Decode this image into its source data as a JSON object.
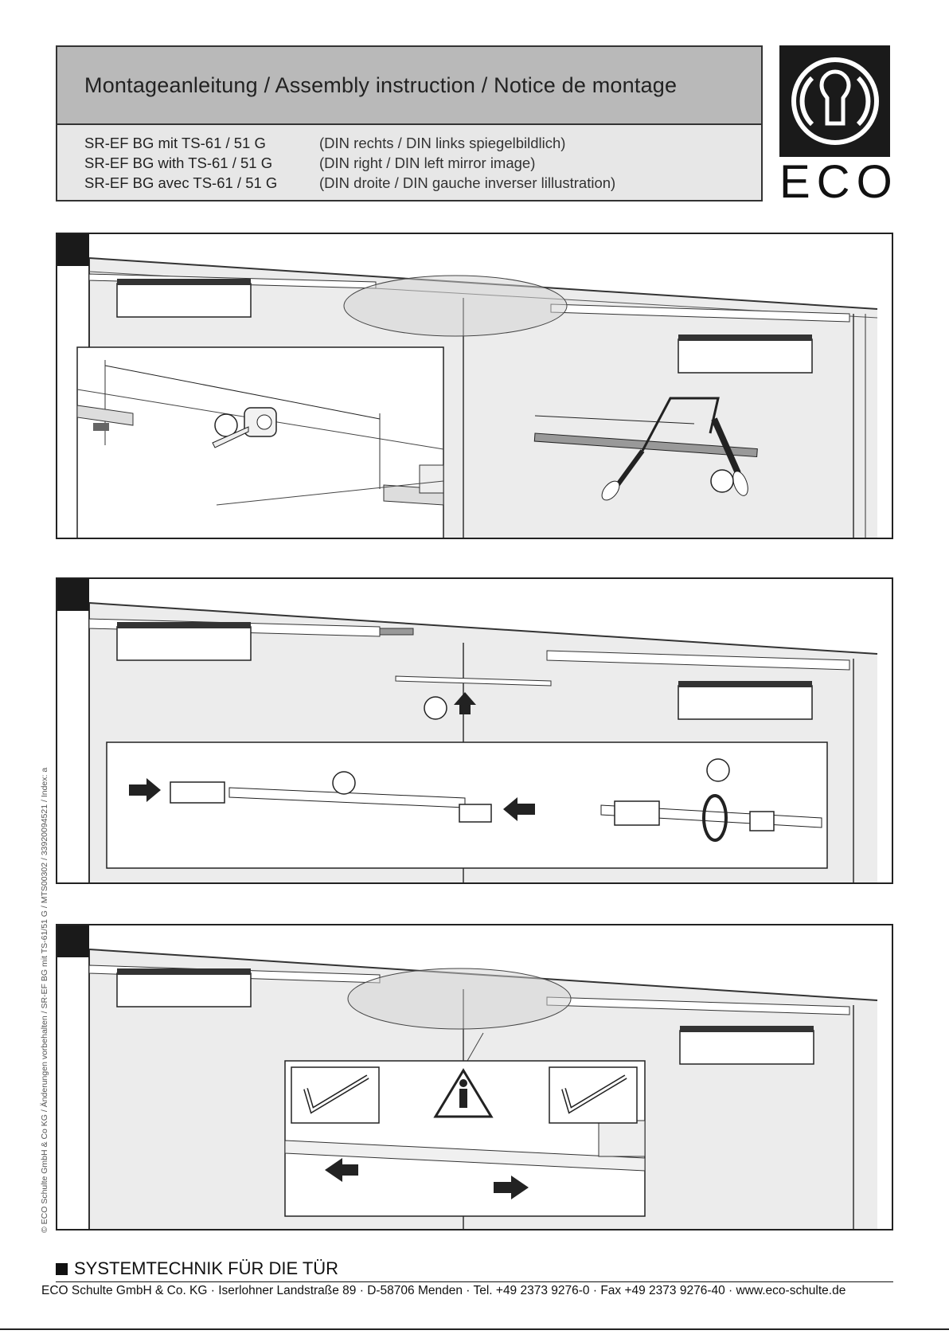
{
  "header": {
    "title": "Montageanleitung / Assembly instruction / Notice de montage",
    "rows": [
      {
        "product": "SR-EF BG mit TS-61 / 51 G",
        "note": "(DIN rechts / DIN links spiegelbildlich)"
      },
      {
        "product": "SR-EF BG with TS-61 / 51 G",
        "note": "(DIN right / DIN left mirror image)"
      },
      {
        "product": "SR-EF BG avec TS-61 / 51 G",
        "note": "(DIN droite / DIN gauche inverser lillustration)"
      }
    ]
  },
  "logo": {
    "text": "ECO",
    "icon": "keyhole-icon"
  },
  "steps": [
    {
      "id": "step-1",
      "icons": [
        "tape-measure-icon",
        "hacksaw-icon",
        "file-icon"
      ]
    },
    {
      "id": "step-2",
      "icons": [
        "push-arrow-icon",
        "rotate-arrow-icon"
      ]
    },
    {
      "id": "step-3",
      "icons": [
        "allen-key-icon",
        "info-warning-icon",
        "allen-key-icon"
      ]
    }
  ],
  "sidebar_text": "© ECO Schulte GmbH & Co KG / Änderungen vorbehalten / SR-EF BG mit TS-61/51 G / MTS00302 / 33920094521 / Index: a",
  "footer": {
    "slogan": "SYSTEMTECHNIK FÜR DIE TÜR",
    "address": "ECO Schulte GmbH & Co. KG · Iserlohner Landstraße 89 · D-58706 Menden · Tel. +49 2373 9276-0 · Fax +49 2373 9276-40 · www.eco-schulte.de"
  },
  "colors": {
    "dark": "#1a1a1a",
    "header_bar": "#b9b9b9",
    "header_bg": "#e7e7e7",
    "wall": "#ececec"
  }
}
